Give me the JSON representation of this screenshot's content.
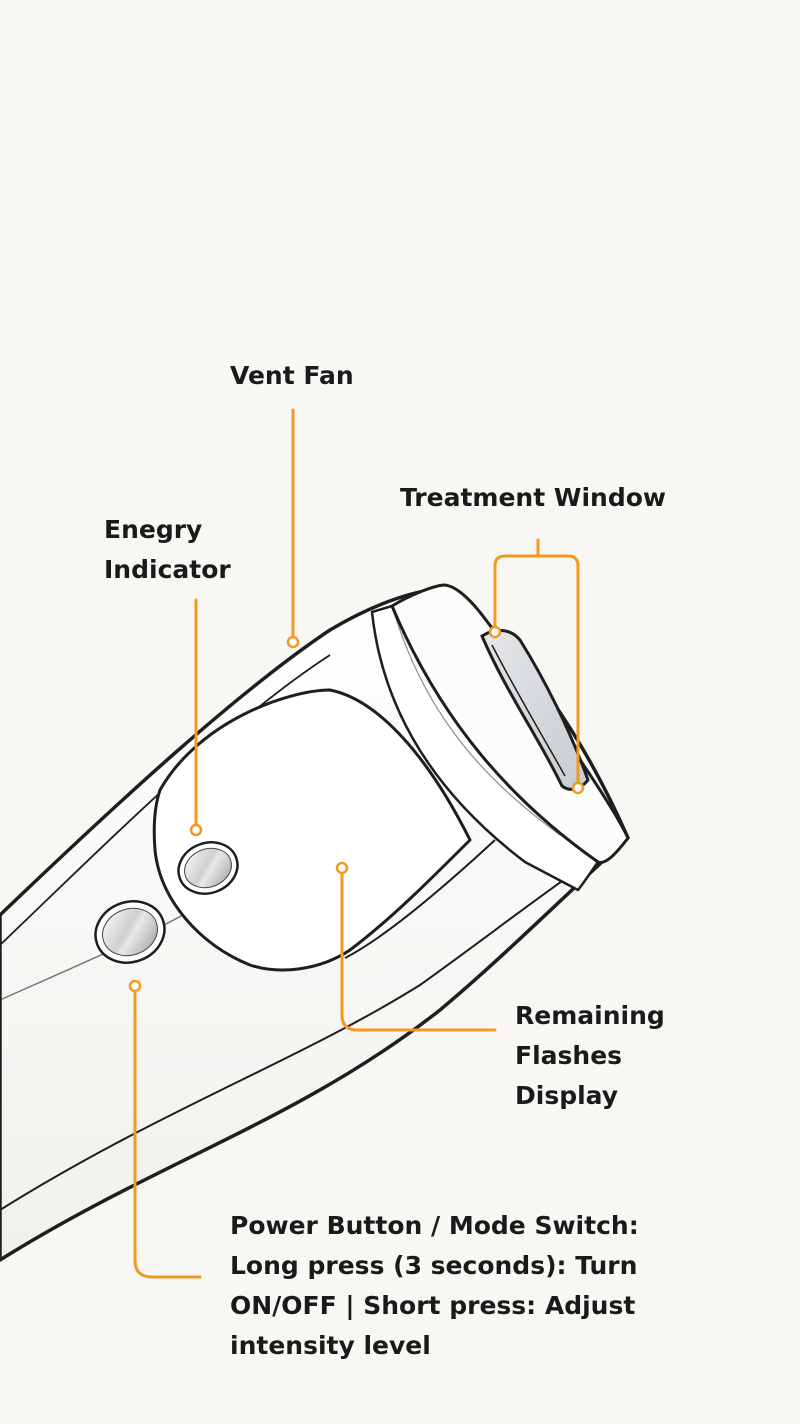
{
  "colors": {
    "background": "#f8f7f4",
    "callout": "#f39a1e",
    "outline": "#1e1e1e",
    "text": "#1a1a1a"
  },
  "icons": [
    "handheld-ipl-device",
    "power-button-icon",
    "energy-indicator-icon"
  ],
  "labels": {
    "vent_fan": [
      "Vent Fan"
    ],
    "treatment_window": [
      "Treatment Window"
    ],
    "energy_indicator": [
      "Enegry",
      "Indicator"
    ],
    "remaining_flashes": [
      "Remaining",
      "Flashes",
      "Display"
    ],
    "power_button": [
      "Power Button / Mode Switch:",
      "Long press (3 seconds): Turn",
      "ON/OFF | Short press: Adjust",
      "intensity level"
    ]
  }
}
